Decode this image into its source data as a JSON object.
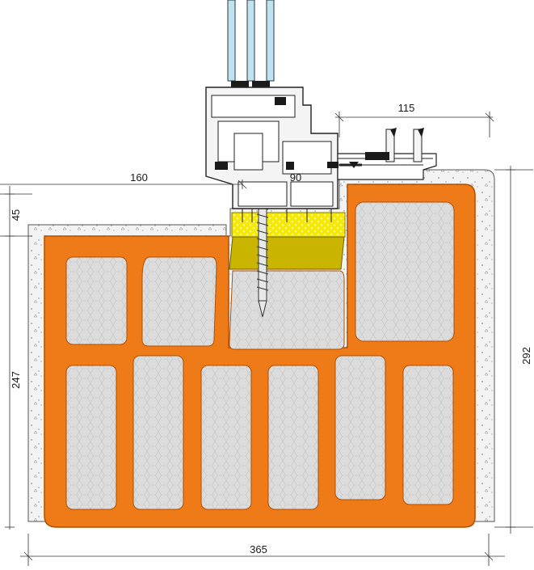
{
  "dimensions": {
    "window_offset": "115",
    "reveal_depth": "160",
    "sill_width": "90",
    "top_layer": "45",
    "lower_height": "247",
    "total_height": "292",
    "wall_thickness": "365"
  },
  "colors": {
    "brick": "#ef7a18",
    "brick_edge": "#b04f00",
    "insulation": "#d9d9d9",
    "plaster": "#f2f2f2",
    "foam": "#f5e500",
    "foam_tape": "#c9b400",
    "profile": "#f4f4f4",
    "glass": "#bfe3f0",
    "gasket": "#1a1a1a"
  }
}
